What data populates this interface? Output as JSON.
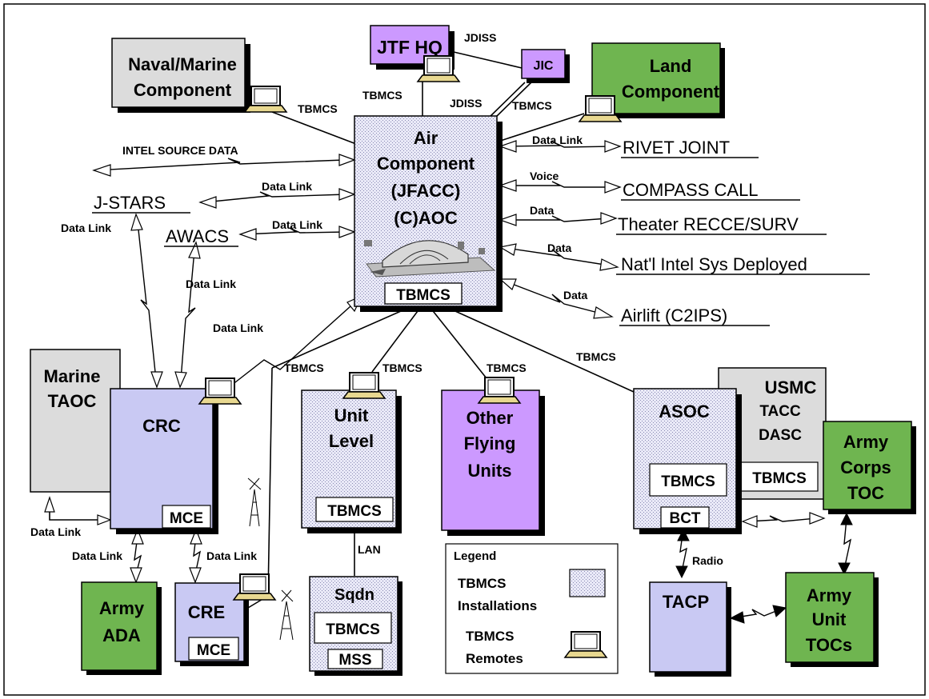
{
  "colors": {
    "purple": "#cc99ff",
    "green": "#6fb550",
    "gray": "#dcdcdc",
    "lavender": "#c9c9f3",
    "tbmcs_installation": "#e8e8f6",
    "border": "#000000"
  },
  "nodes": {
    "jtf_hq": "JTF HQ",
    "jic": "JIC",
    "naval_line1": "Naval/Marine",
    "naval_line2": "Component",
    "land_line1": "Land",
    "land_line2": "Component",
    "air_line1": "Air",
    "air_line2": "Component",
    "air_line3": "(JFACC)",
    "air_line4": "(C)AOC",
    "air_tbmcs": "TBMCS",
    "marine_taoc_line1": "Marine",
    "marine_taoc_line2": "TAOC",
    "crc": "CRC",
    "crc_mce": "MCE",
    "unit_line1": "Unit",
    "unit_line2": "Level",
    "unit_tbmcs": "TBMCS",
    "other_line1": "Other",
    "other_line2": "Flying",
    "other_line3": "Units",
    "asoc": "ASOC",
    "asoc_tbmcs": "TBMCS",
    "asoc_bct": "BCT",
    "usmc_line1": "USMC",
    "usmc_line2": "TACC",
    "usmc_line3": "DASC",
    "usmc_tbmcs": "TBMCS",
    "army_corps_line1": "Army",
    "army_corps_line2": "Corps",
    "army_corps_line3": "TOC",
    "army_ada_line1": "Army",
    "army_ada_line2": "ADA",
    "cre": "CRE",
    "cre_mce": "MCE",
    "sqdn": "Sqdn",
    "sqdn_tbmcs": "TBMCS",
    "sqdn_mss": "MSS",
    "tacp": "TACP",
    "army_unit_line1": "Army",
    "army_unit_line2": "Unit",
    "army_unit_line3": "TOCs"
  },
  "external": {
    "rivet_joint": "RIVET JOINT",
    "compass_call": "COMPASS CALL",
    "theater_recce": "Theater RECCE/SURV",
    "natl_intel": "Nat'l Intel Sys Deployed",
    "airlift": "Airlift  (C2IPS)",
    "jstars": "J-STARS",
    "awacs": "AWACS"
  },
  "links": {
    "jdiss_top": "JDISS",
    "jdiss_mid": "JDISS",
    "tbmcs_naval": "TBMCS",
    "tbmcs_jtf": "TBMCS",
    "tbmcs_land": "TBMCS",
    "intel_source": "INTEL SOURCE DATA",
    "dl_rivet": "Data Link",
    "voice_compass": "Voice",
    "data_theater": "Data",
    "data_natl": "Data",
    "data_airlift": "Data",
    "dl_jstars": "Data Link",
    "dl_awacs": "Data Link",
    "dl_jstars_crc": "Data Link",
    "dl_awacs_crc": "Data Link",
    "dl_crc_air": "Data Link",
    "tbmcs_cre": "TBMCS",
    "tbmcs_unit": "TBMCS",
    "tbmcs_other": "TBMCS",
    "tbmcs_asoc": "TBMCS",
    "dl_marine_crc": "Data Link",
    "dl_crc_ada": "Data Link",
    "dl_crc_cre": "Data Link",
    "lan": "LAN",
    "radio": "Radio"
  },
  "legend": {
    "title": "Legend",
    "installations_line1": "TBMCS",
    "installations_line2": "Installations",
    "remotes_line1": "TBMCS",
    "remotes_line2": "Remotes"
  }
}
